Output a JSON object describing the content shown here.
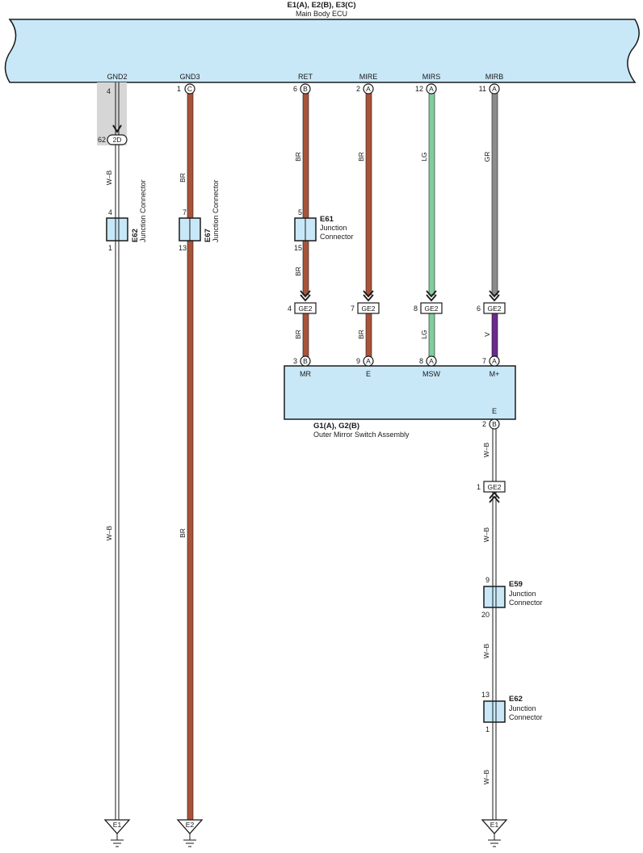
{
  "ecu": {
    "title": "E1(A), E2(B), E3(C)",
    "subtitle": "Main Body ECU",
    "pins": {
      "gnd2": {
        "name": "GND2",
        "num": "4"
      },
      "gnd3": {
        "name": "GND3",
        "num": "1",
        "conn": "C"
      },
      "ret": {
        "name": "RET",
        "num": "6",
        "conn": "B"
      },
      "mire": {
        "name": "MIRE",
        "num": "2",
        "conn": "A"
      },
      "mirs": {
        "name": "MIRS",
        "num": "12",
        "conn": "A"
      },
      "mirb": {
        "name": "MIRB",
        "num": "11",
        "conn": "A"
      }
    }
  },
  "switch": {
    "title": "G1(A), G2(B)",
    "subtitle": "Outer Mirror Switch Assembly",
    "pins": {
      "mr": {
        "name": "MR",
        "num": "3",
        "conn": "B"
      },
      "e": {
        "name": "E",
        "num": "9",
        "conn": "A"
      },
      "msw": {
        "name": "MSW",
        "num": "8",
        "conn": "A"
      },
      "mp": {
        "name": "M+",
        "num": "7",
        "conn": "A"
      },
      "e2": {
        "name": "E",
        "num": "2",
        "conn": "B"
      }
    }
  },
  "connector_2d": {
    "num": "62",
    "label": "2D"
  },
  "ge2": {
    "label": "GE2",
    "pins": {
      "ret": "4",
      "mire": "7",
      "mirs": "8",
      "mirb": "6",
      "gnd": "1"
    }
  },
  "junctions": {
    "e62_left": {
      "code": "E62",
      "text": "Junction Connector",
      "pin_top": "4",
      "pin_bottom": "1"
    },
    "e67": {
      "code": "E67",
      "text": "Junction Connector",
      "pin_top": "7",
      "pin_bottom": "13"
    },
    "e61": {
      "code": "E61",
      "line1": "Junction",
      "line2": "Connector",
      "pin_top": "5",
      "pin_bottom": "15"
    },
    "e59": {
      "code": "E59",
      "line1": "Junction",
      "line2": "Connector",
      "pin_top": "9",
      "pin_bottom": "20"
    },
    "e62_right": {
      "code": "E62",
      "line1": "Junction",
      "line2": "Connector",
      "pin_top": "13",
      "pin_bottom": "1"
    }
  },
  "wire_labels": {
    "wb": "W–B",
    "br": "BR",
    "lg": "LG",
    "gr": "GR",
    "v": "V"
  },
  "grounds": {
    "g1": "E1",
    "g2": "E2",
    "g3": "E1"
  },
  "colors": {
    "ecu_fill": "#c8e8f8",
    "brown": "#a9533a",
    "green": "#7fcf9e",
    "gray": "#8c8c8c",
    "violet": "#6b2a8c",
    "shield": "#d6d6d6"
  }
}
